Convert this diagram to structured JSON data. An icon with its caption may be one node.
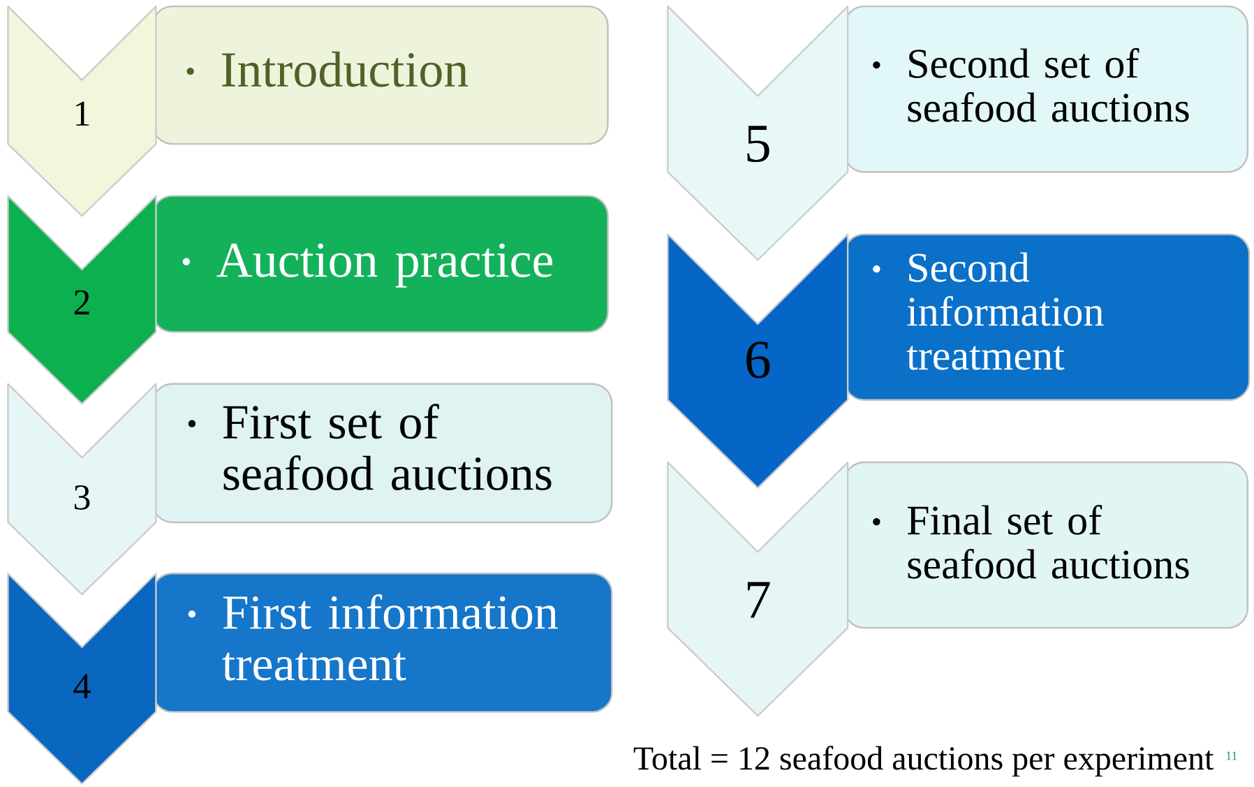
{
  "diagram": {
    "nodes": [
      {
        "text": [
          "1"
        ]
      },
      {
        "text": [
          "Introduction"
        ]
      },
      {
        "text": [
          "2"
        ]
      },
      {
        "text": [
          "Auction practice"
        ]
      },
      {
        "text": [
          "3"
        ]
      },
      {
        "text": [
          "First set of seafood auctions"
        ]
      },
      {
        "text": [
          "4"
        ]
      },
      {
        "text": [
          "First information treatment"
        ]
      },
      {
        "text": [
          "5"
        ]
      },
      {
        "text": [
          "Second set of seafood auctions"
        ]
      },
      {
        "text": [
          "6"
        ]
      },
      {
        "text": [
          "Second information treatment"
        ]
      },
      {
        "text": [
          "7"
        ]
      },
      {
        "text": [
          "Final set of seafood auctions"
        ]
      }
    ],
    "labels": [
      "Total = 12 seafood auctions per experiment",
      "11"
    ]
  }
}
